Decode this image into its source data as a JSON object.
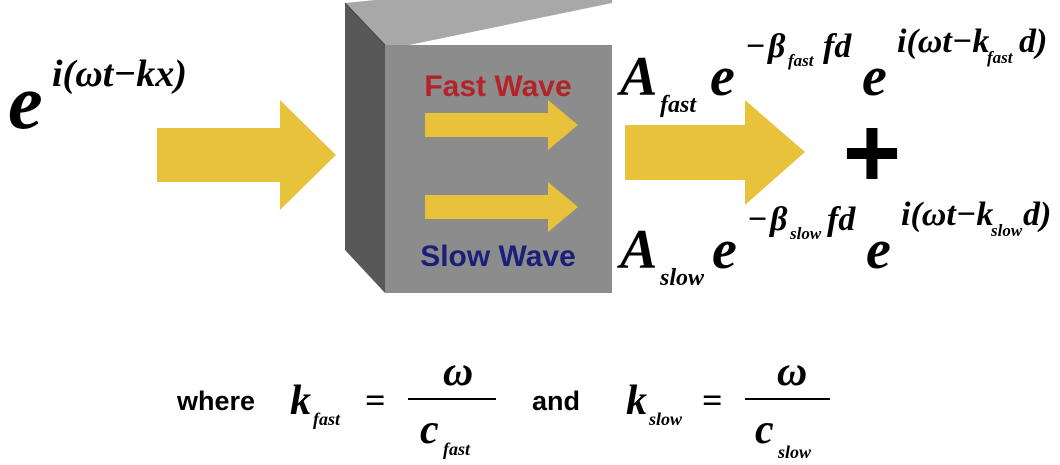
{
  "input_wave": {
    "base": "e",
    "exponent": "i(ωt−kx)"
  },
  "box": {
    "fast_label": "Fast Wave",
    "slow_label": "Slow Wave",
    "fast_color": "#b3232a",
    "slow_color": "#1c1f7a",
    "face_color": "#8c8c8c",
    "side_color": "#585858",
    "top_color": "#a8a8a8"
  },
  "arrow_color": "#e8c23a",
  "fast_output": {
    "amp": "A",
    "amp_sub": "fast",
    "e1": "e",
    "exp1_sign": "−",
    "exp1_beta": "β",
    "exp1_sub": "fast",
    "exp1_tail": "fd",
    "e2": "e",
    "exp2_head": "i(ωt−k",
    "exp2_sub": "fast",
    "exp2_tail": "d)"
  },
  "plus": "+",
  "slow_output": {
    "amp": "A",
    "amp_sub": "slow",
    "e1": "e",
    "exp1_sign": "−",
    "exp1_beta": "β",
    "exp1_sub": "slow",
    "exp1_tail": "fd",
    "e2": "e",
    "exp2_head": "i(ωt−k",
    "exp2_sub": "slow",
    "exp2_tail": "d)"
  },
  "where": {
    "word_where": "where",
    "word_and": "and",
    "k_fast": {
      "k": "k",
      "sub": "fast",
      "eq": "=",
      "num": "ω",
      "den": "c",
      "den_sub": "fast"
    },
    "k_slow": {
      "k": "k",
      "sub": "slow",
      "eq": "=",
      "num": "ω",
      "den": "c",
      "den_sub": "slow"
    }
  }
}
